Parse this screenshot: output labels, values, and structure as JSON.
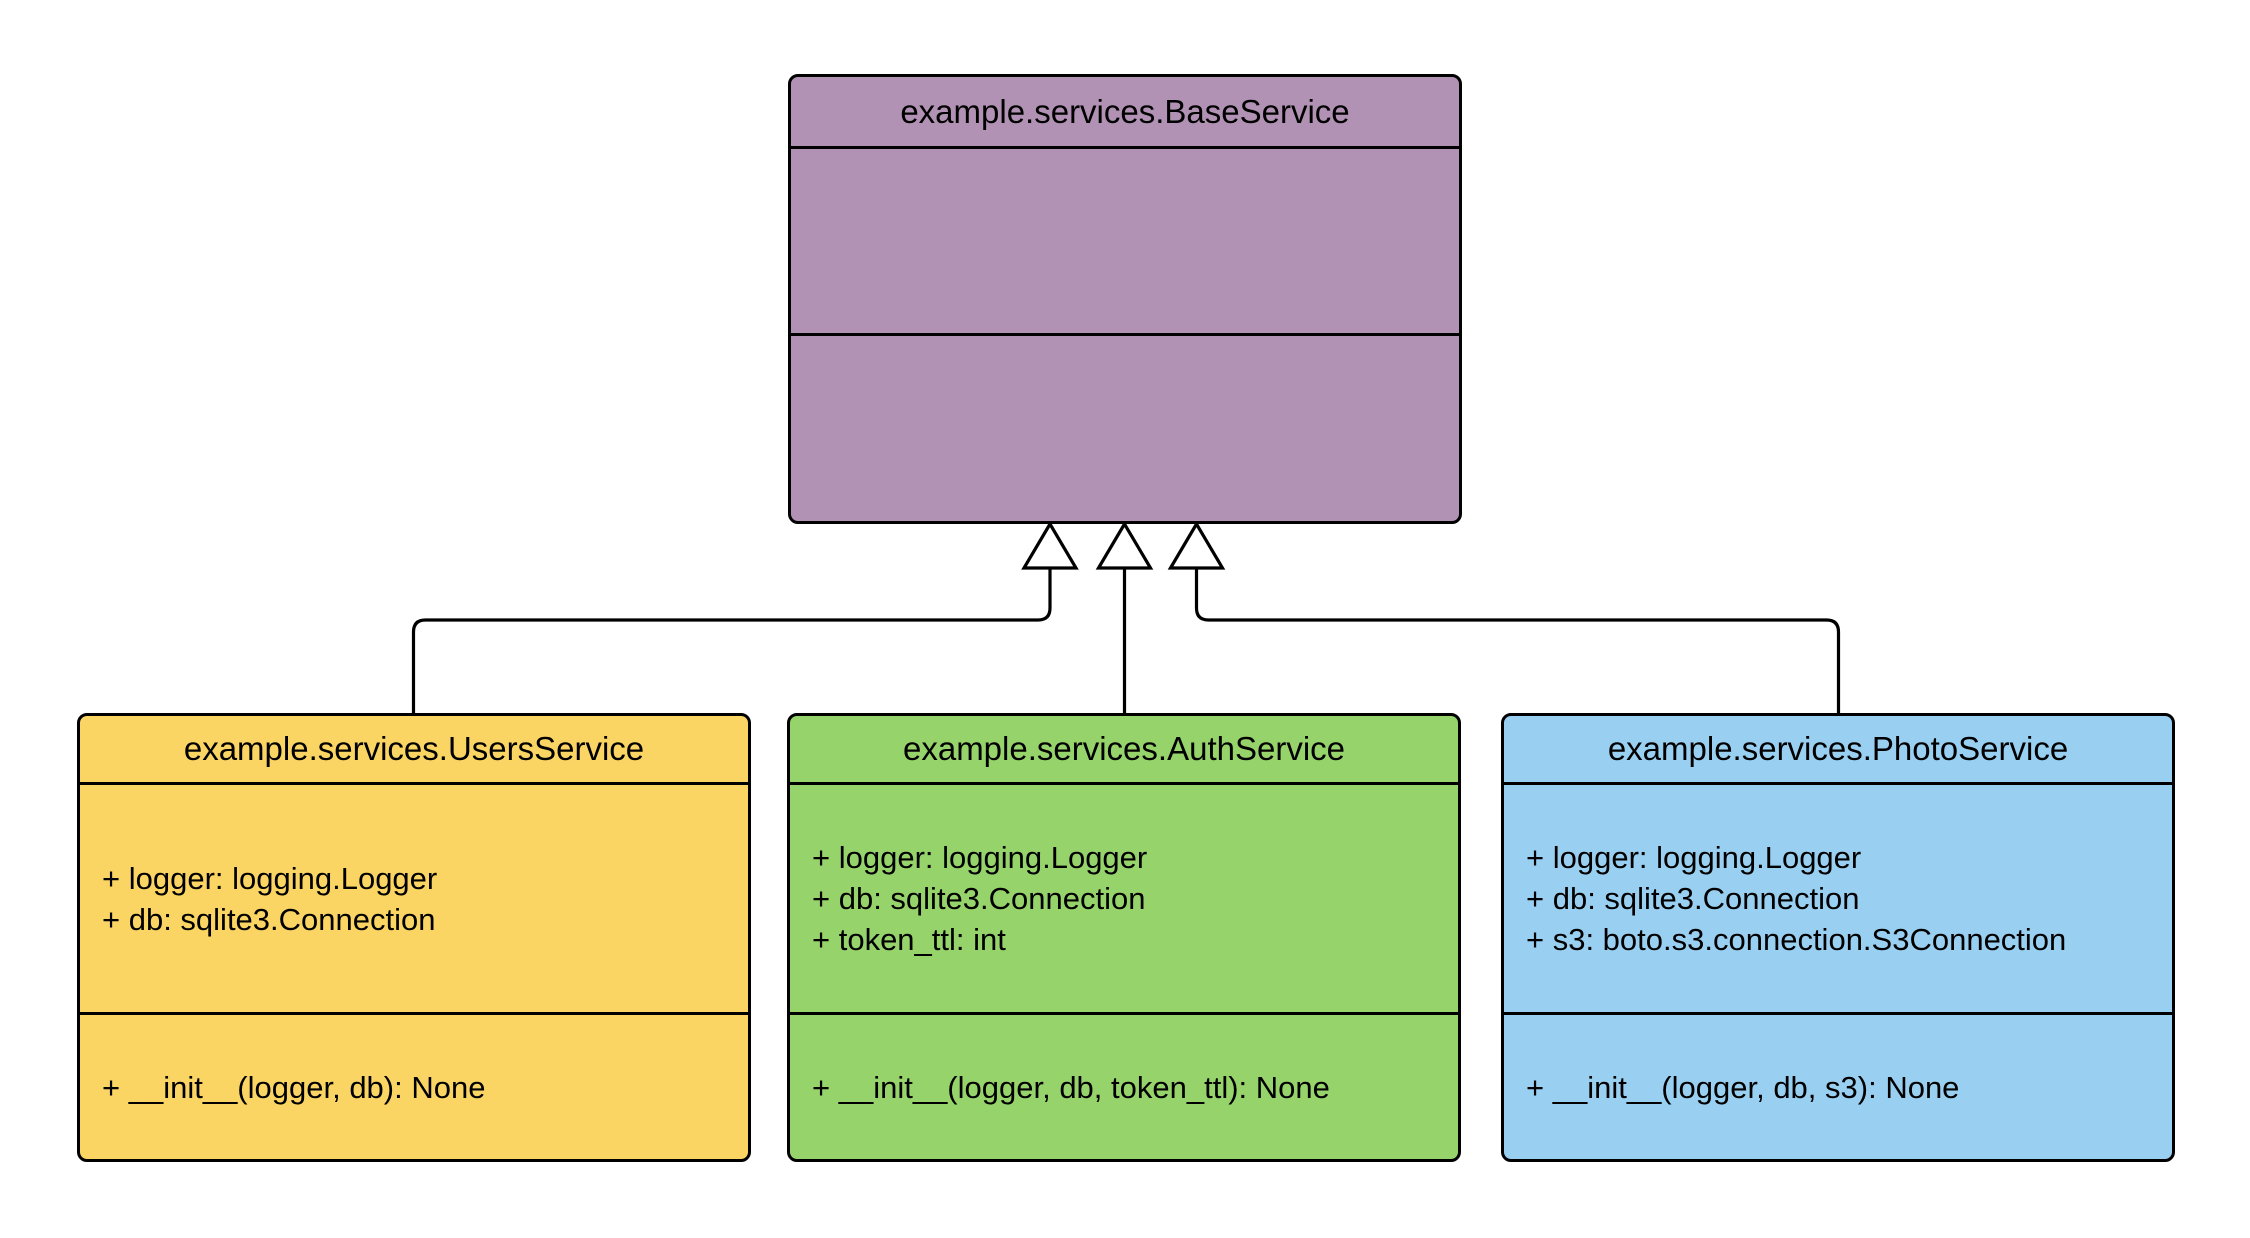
{
  "diagram": {
    "type": "uml-class-diagram",
    "background_color": "#ffffff",
    "stroke_color": "#000000",
    "arrowhead_fill": "#ffffff",
    "classes": [
      {
        "id": "base",
        "title": "example.services.BaseService",
        "fill": "#B192B4",
        "attributes": [],
        "methods": []
      },
      {
        "id": "users",
        "title": "example.services.UsersService",
        "fill": "#FBD563",
        "attributes": [
          "+ logger: logging.Logger",
          "+ db: sqlite3.Connection"
        ],
        "methods": [
          "+ __init__(logger, db): None"
        ]
      },
      {
        "id": "auth",
        "title": "example.services.AuthService",
        "fill": "#96D36B",
        "attributes": [
          "+ logger: logging.Logger",
          "+ db: sqlite3.Connection",
          "+ token_ttl: int"
        ],
        "methods": [
          "+ __init__(logger, db, token_ttl): None"
        ]
      },
      {
        "id": "photo",
        "title": "example.services.PhotoService",
        "fill": "#99CFF1",
        "attributes": [
          "+ logger: logging.Logger",
          "+ db: sqlite3.Connection",
          "+ s3: boto.s3.connection.S3Connection"
        ],
        "methods": [
          "+ __init__(logger, db, s3): None"
        ]
      }
    ],
    "relations": [
      {
        "from": "example.services.UsersService",
        "to": "example.services.BaseService",
        "type": "inheritance"
      },
      {
        "from": "example.services.AuthService",
        "to": "example.services.BaseService",
        "type": "inheritance"
      },
      {
        "from": "example.services.PhotoService",
        "to": "example.services.BaseService",
        "type": "inheritance"
      }
    ]
  }
}
